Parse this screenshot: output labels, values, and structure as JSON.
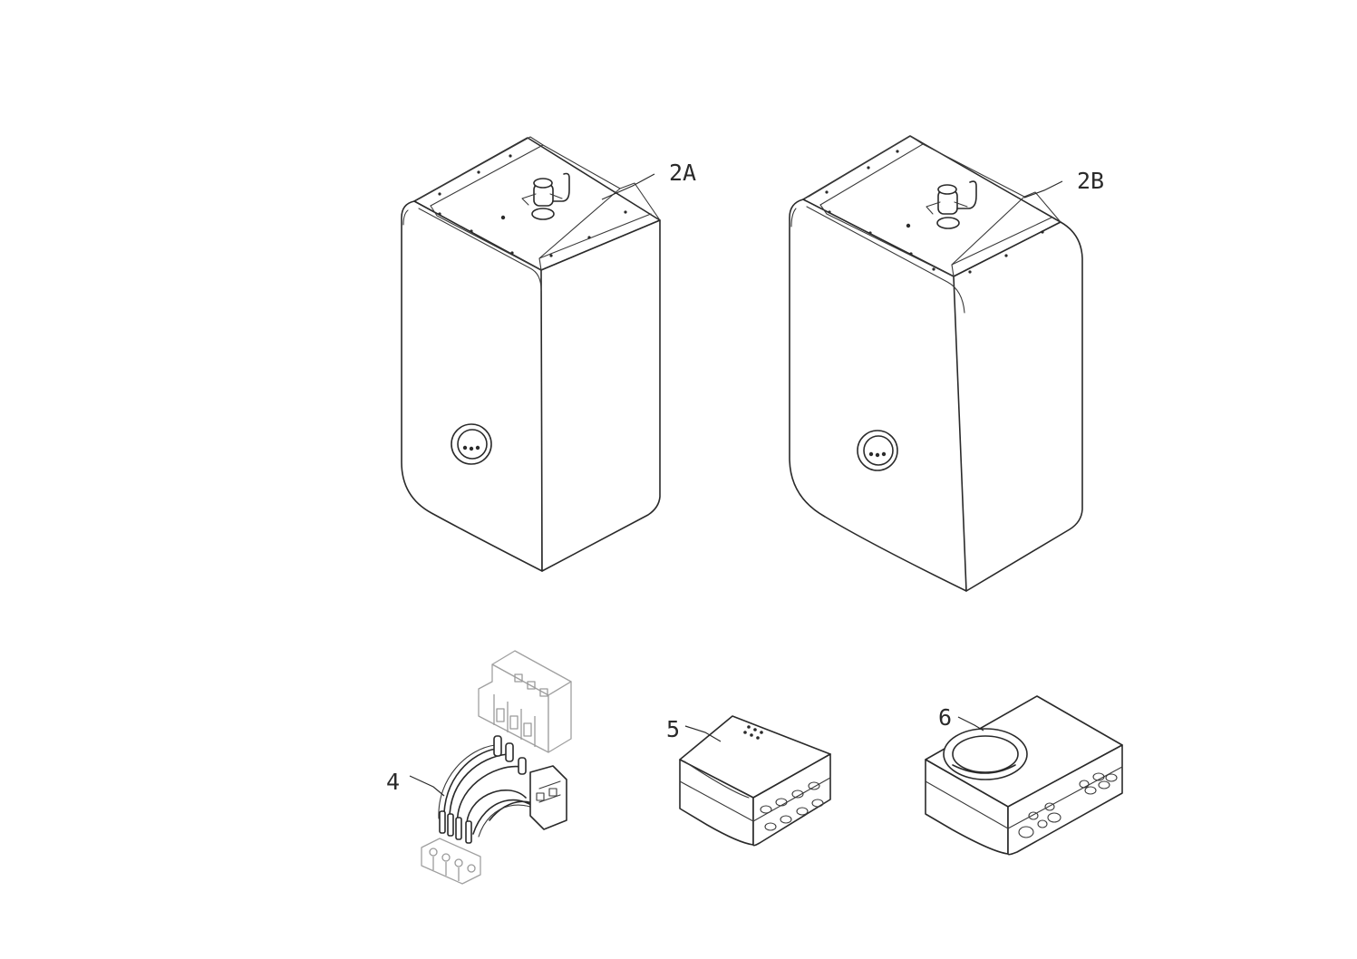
{
  "diagram": {
    "parts": [
      {
        "id": "2A",
        "label": "2A"
      },
      {
        "id": "2B",
        "label": "2B"
      },
      {
        "id": "4",
        "label": "4"
      },
      {
        "id": "5",
        "label": "5"
      },
      {
        "id": "6",
        "label": "6"
      }
    ]
  }
}
